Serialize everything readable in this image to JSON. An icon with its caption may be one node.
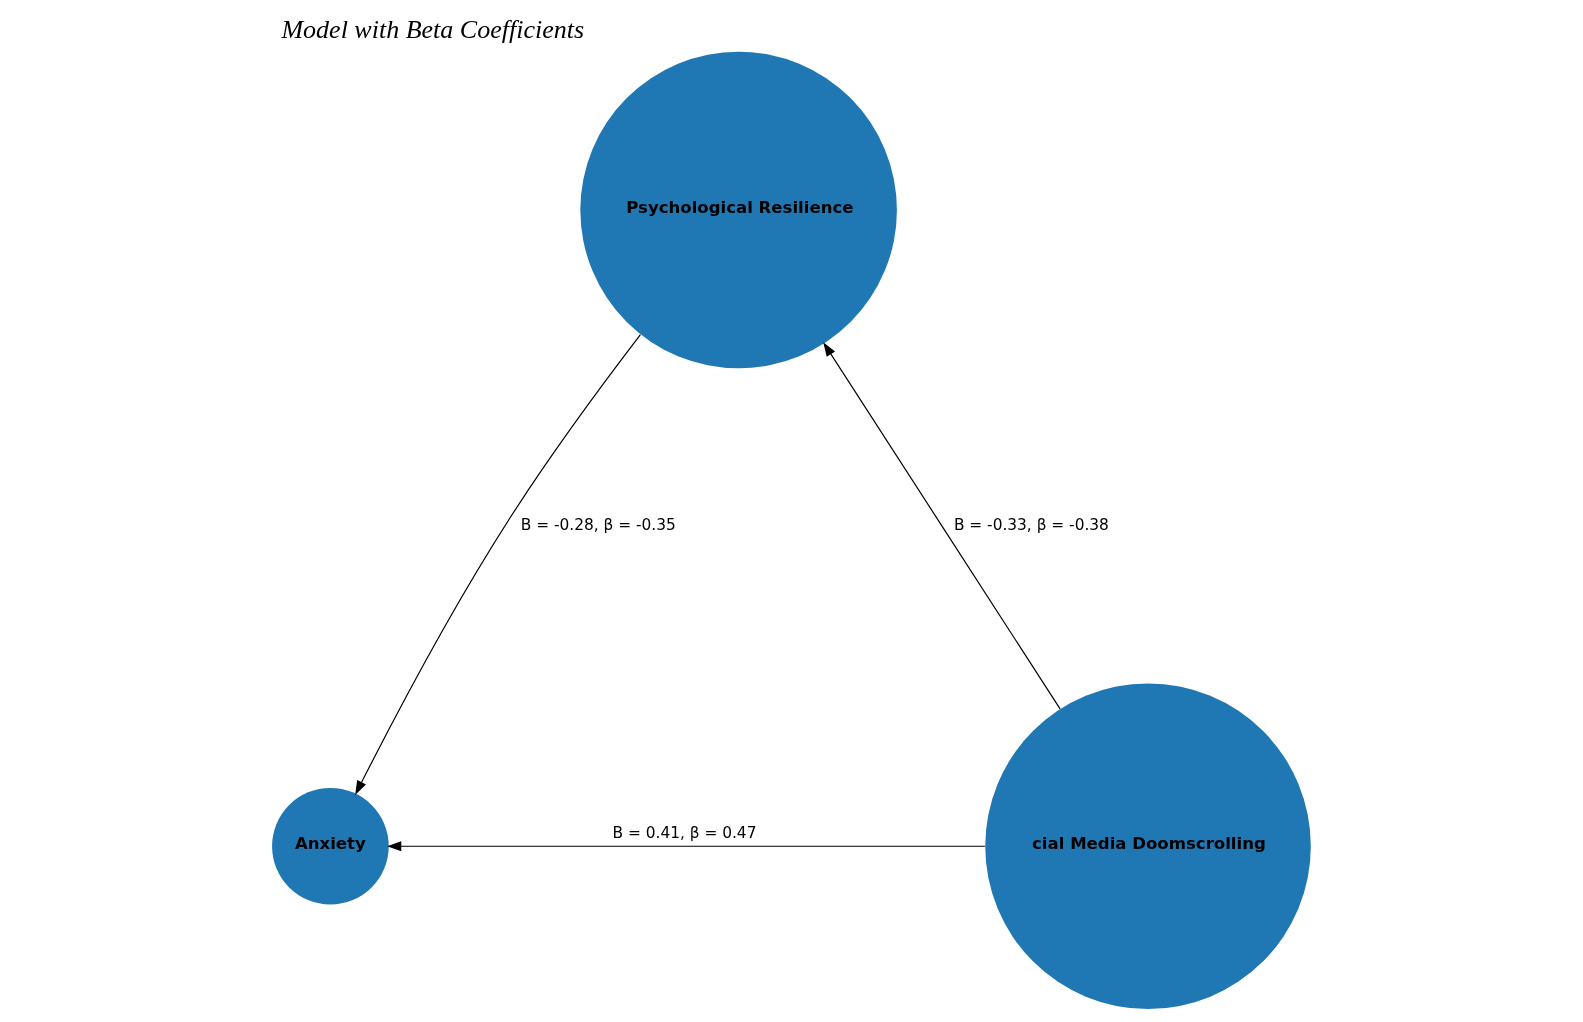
{
  "diagram": {
    "title": "Model with Beta Coefficients",
    "nodes": [
      {
        "text": [
          "Psychological Resilience"
        ]
      },
      {
        "text": [
          "cial Media Doomscrolling"
        ]
      },
      {
        "text": [
          "Anxiety"
        ]
      }
    ],
    "edges": [
      {
        "from": 1,
        "to": 0,
        "arrow": "to",
        "label": "B = -0.33, β = -0.38"
      },
      {
        "from": 0,
        "to": 2,
        "arrow": "to",
        "label": "B = -0.28, β = -0.35"
      },
      {
        "from": 1,
        "to": 2,
        "arrow": "to",
        "label": "B = 0.41, β = 0.47"
      }
    ]
  }
}
